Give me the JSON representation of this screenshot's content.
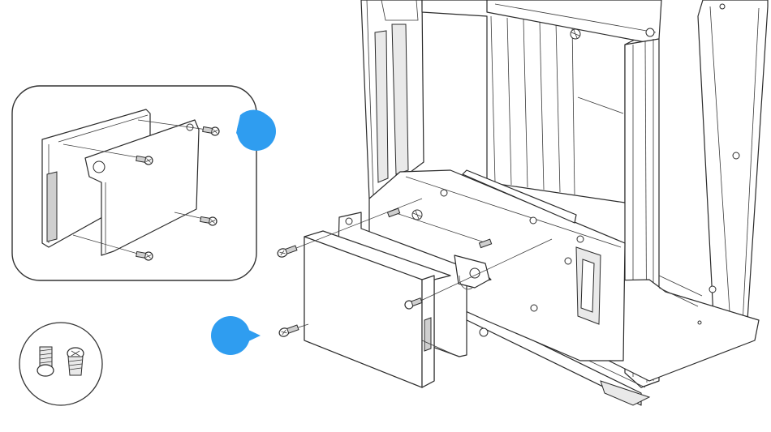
{
  "colors": {
    "callout_blue": "#2f9df0",
    "line": "#2b2b2b",
    "panel_border": "#333333"
  },
  "icons": {
    "screw": "screw-icon",
    "callout": "callout-marker-icon"
  },
  "figure": {
    "type": "assembly-illustration",
    "parts": [
      "chassis-frame",
      "drive-bracket",
      "2.5-inch-drive",
      "mounting-screws"
    ]
  }
}
